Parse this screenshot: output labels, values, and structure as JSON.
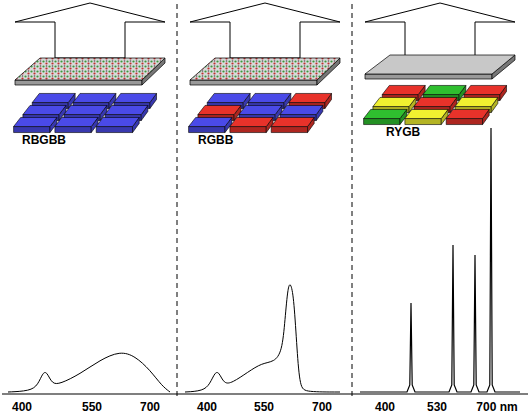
{
  "diagram": {
    "labels": [
      "RBGBB",
      "RGBB",
      "RYGB",
      "400",
      "550",
      "700",
      "400",
      "550",
      "700",
      "400",
      "530",
      "700 nm"
    ]
  }
}
